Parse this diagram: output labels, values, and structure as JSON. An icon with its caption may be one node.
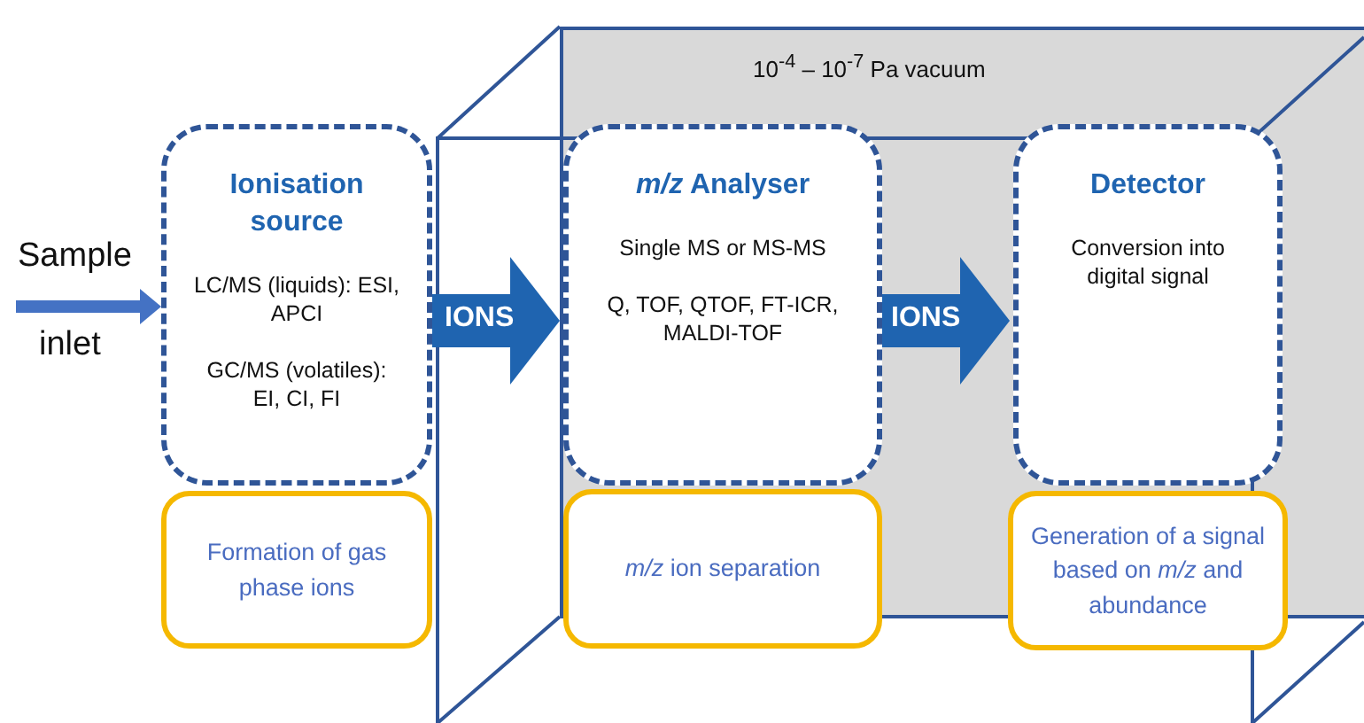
{
  "diagram": {
    "nodes": [
      {
        "text": [
          "10$^{-4}$ – 10$^{-7}$ Pa vacuum"
        ]
      },
      {
        "text": [
          "Ionisation source",
          "LC/MS (liquids): ESI, APCI",
          "GC/MS (volatiles): EI, CI, FI"
        ]
      },
      {
        "text": [
          "Formation of gas phase ions"
        ]
      },
      {
        "text": [
          "*m/z* Analyser",
          "Single MS or MS-MS",
          "Q, TOF, QTOF, FT-ICR, MALDI-TOF"
        ],
        "in": 0
      },
      {
        "text": [
          "*m/z* ion separation"
        ]
      },
      {
        "text": [
          "Detector",
          "Conversion into digital signal"
        ],
        "in": 0
      },
      {
        "text": [
          "Generation of a signal based on *m/z* and abundance"
        ]
      }
    ],
    "edges": [
      {
        "from": null,
        "to": 1,
        "arrow": "to"
      },
      {
        "from": 1,
        "to": 3,
        "arrow": "to",
        "label": "IONS"
      },
      {
        "from": 3,
        "to": 5,
        "arrow": "to",
        "label": "IONS"
      }
    ],
    "labels": [
      "Sample",
      "inlet"
    ]
  }
}
